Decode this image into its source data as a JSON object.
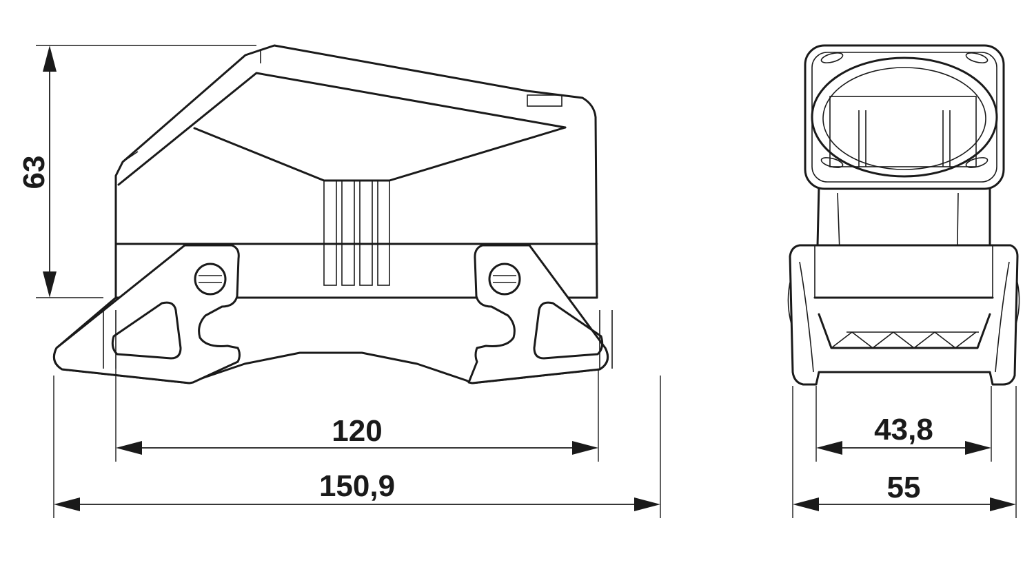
{
  "dimensions": {
    "height": "63",
    "inner_width": "120",
    "overall_width": "150,9",
    "side_inner_width": "43,8",
    "side_overall_width": "55"
  }
}
